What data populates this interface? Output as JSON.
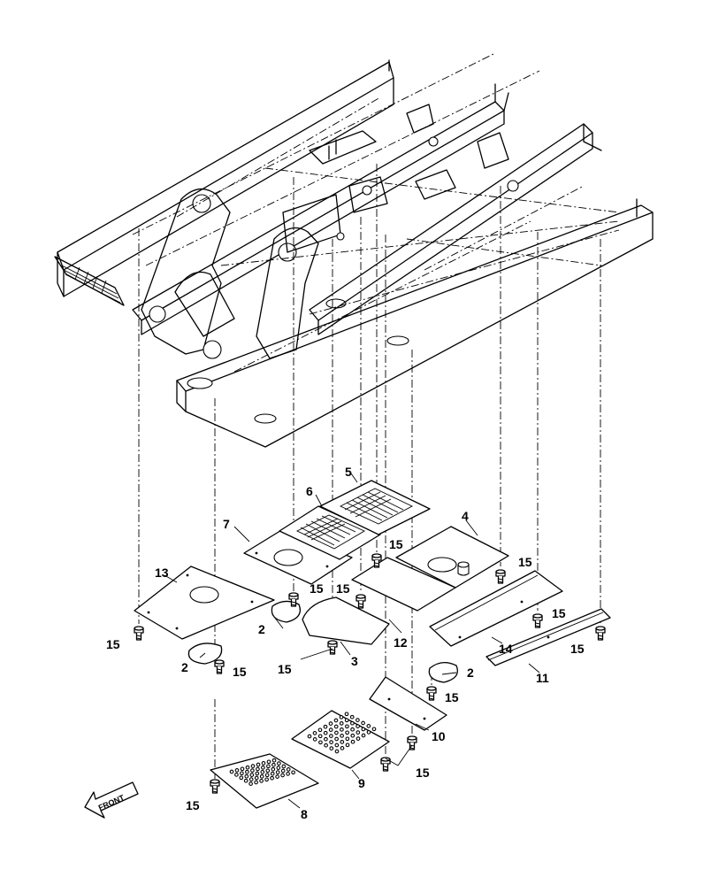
{
  "diagram": {
    "front_label": "FRONT",
    "callouts": [
      {
        "id": "c2a",
        "label": "2"
      },
      {
        "id": "c2b",
        "label": "2"
      },
      {
        "id": "c2c",
        "label": "2"
      },
      {
        "id": "c3",
        "label": "3"
      },
      {
        "id": "c4",
        "label": "4"
      },
      {
        "id": "c5",
        "label": "5"
      },
      {
        "id": "c6",
        "label": "6"
      },
      {
        "id": "c7",
        "label": "7"
      },
      {
        "id": "c8",
        "label": "8"
      },
      {
        "id": "c9",
        "label": "9"
      },
      {
        "id": "c10",
        "label": "10"
      },
      {
        "id": "c11",
        "label": "11"
      },
      {
        "id": "c12",
        "label": "12"
      },
      {
        "id": "c13",
        "label": "13"
      },
      {
        "id": "c14",
        "label": "14"
      },
      {
        "id": "c15a",
        "label": "15"
      },
      {
        "id": "c15b",
        "label": "15"
      },
      {
        "id": "c15c",
        "label": "15"
      },
      {
        "id": "c15d",
        "label": "15"
      },
      {
        "id": "c15e",
        "label": "15"
      },
      {
        "id": "c15f",
        "label": "15"
      },
      {
        "id": "c15g",
        "label": "15"
      },
      {
        "id": "c15h",
        "label": "15"
      },
      {
        "id": "c15i",
        "label": "15"
      },
      {
        "id": "c15j",
        "label": "15"
      },
      {
        "id": "c15k",
        "label": "15"
      },
      {
        "id": "c15l",
        "label": "15"
      }
    ]
  }
}
